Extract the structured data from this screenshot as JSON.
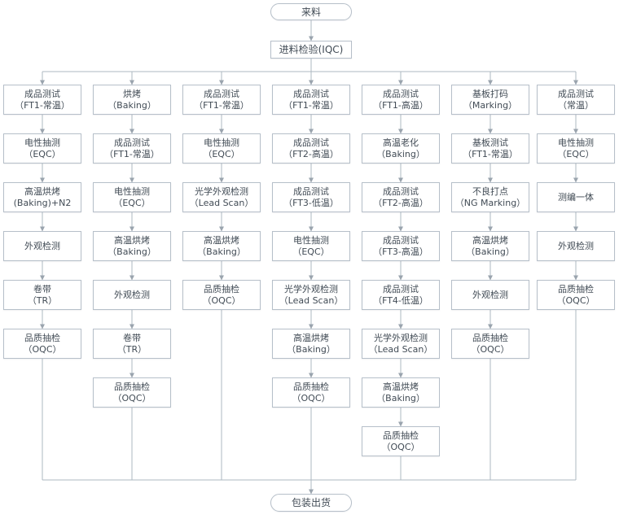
{
  "diagram": {
    "start": "来料",
    "iqc": "进料检验(IQC)",
    "end": "包装出货",
    "columns": [
      [
        [
          "成品测试",
          "（FT1-常温）"
        ],
        [
          "电性抽测",
          "（EQC）"
        ],
        [
          "高温烘烤",
          "(Baking)+N2"
        ],
        [
          "外观检测"
        ],
        [
          "卷带",
          "（TR）"
        ],
        [
          "品质抽检",
          "（OQC）"
        ]
      ],
      [
        [
          "烘烤",
          "（Baking）"
        ],
        [
          "成品测试",
          "（FT1-常温）"
        ],
        [
          "电性抽测",
          "（EQC）"
        ],
        [
          "高温烘烤",
          "（Baking）"
        ],
        [
          "外观检测"
        ],
        [
          "卷带",
          "（TR）"
        ],
        [
          "品质抽检",
          "（OQC）"
        ]
      ],
      [
        [
          "成品测试",
          "（FT1-常温）"
        ],
        [
          "电性抽测",
          "（EQC）"
        ],
        [
          "光学外观检测",
          "（Lead Scan）"
        ],
        [
          "高温烘烤",
          "（Baking）"
        ],
        [
          "品质抽检",
          "（OQC）"
        ]
      ],
      [
        [
          "成品测试",
          "（FT1-常温）"
        ],
        [
          "成品测试",
          "（FT2-高温）"
        ],
        [
          "成品测试",
          "（FT3-低温）"
        ],
        [
          "电性抽测",
          "（EQC）"
        ],
        [
          "光学外观检测",
          "（Lead Scan）"
        ],
        [
          "高温烘烤",
          "（Baking）"
        ],
        [
          "品质抽检",
          "（OQC）"
        ]
      ],
      [
        [
          "成品测试",
          "（FT1-高温）"
        ],
        [
          "高温老化",
          "（Baking）"
        ],
        [
          "成品测试",
          "（FT2-高温）"
        ],
        [
          "成品测试",
          "（FT3-高温）"
        ],
        [
          "成品测试",
          "（FT4-低温）"
        ],
        [
          "光学外观检测",
          "（Lead Scan）"
        ],
        [
          "高温烘烤",
          "（Baking）"
        ],
        [
          "品质抽检",
          "（OQC）"
        ]
      ],
      [
        [
          "基板打码",
          "（Marking）"
        ],
        [
          "基板测试",
          "（FT1-常温）"
        ],
        [
          "不良打点",
          "（NG Marking）"
        ],
        [
          "高温烘烤",
          "（Baking）"
        ],
        [
          "外观检测"
        ],
        [
          "品质抽检",
          "（OQC）"
        ]
      ],
      [
        [
          "成品测试",
          "（常温）"
        ],
        [
          "电性抽测",
          "（EQC）"
        ],
        [
          "测编一体"
        ],
        [
          "外观检测"
        ],
        [
          "品质抽检",
          "（OQC）"
        ]
      ]
    ]
  },
  "colors": {
    "box_border": "#b6bfc9",
    "connector_line": "#aeb8c2",
    "arrow_head": "#9aa4ae",
    "text": "#414b55",
    "background": "#ffffff"
  }
}
